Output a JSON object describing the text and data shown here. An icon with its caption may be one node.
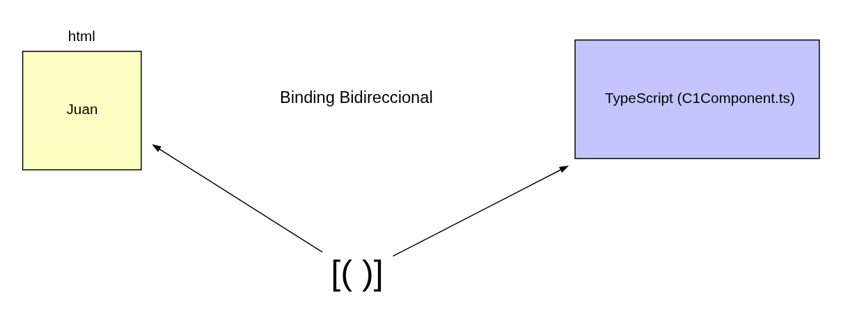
{
  "diagram": {
    "nodes": [
      {
        "text": [
          "html",
          "Juan"
        ]
      },
      {
        "text": [
          "TypeScript (C1Component.ts)"
        ]
      },
      {
        "text": [
          "[( )]"
        ]
      }
    ],
    "edges": [
      {
        "from": 2,
        "to": 0,
        "arrow": "to"
      },
      {
        "from": 2,
        "to": 1,
        "arrow": "to"
      }
    ],
    "labels": [
      "Binding Bidireccional"
    ]
  }
}
